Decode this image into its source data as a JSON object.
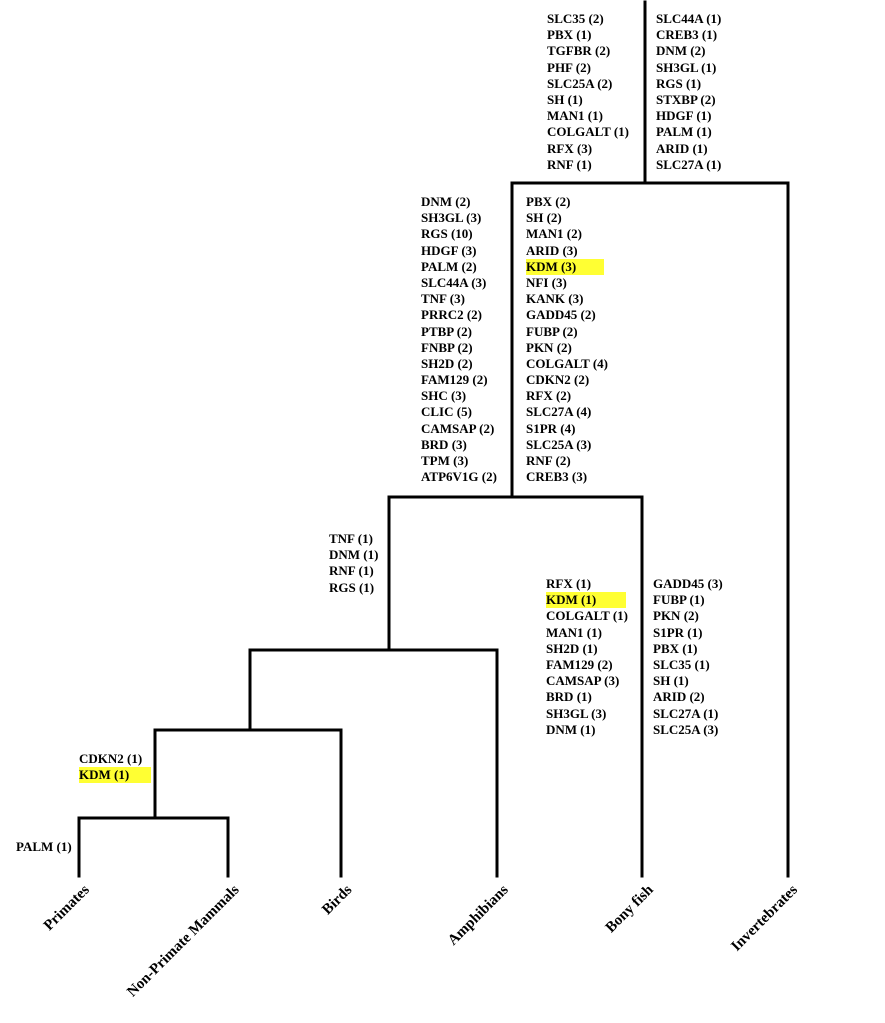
{
  "taxa": [
    "Primates",
    "Non-Primate Mammals",
    "Birds",
    "Amphibians",
    "Bony fish",
    "Invertebrates"
  ],
  "highlight_color": "#ffff33",
  "gene_lists": {
    "root_left": [
      "SLC35 (2)",
      "PBX (1)",
      "TGFBR (2)",
      "PHF (2)",
      "SLC25A (2)",
      "SH (1)",
      "MAN1 (1)",
      "COLGALT (1)",
      "RFX (3)",
      "RNF (1)"
    ],
    "root_right": [
      "SLC44A (1)",
      "CREB3 (1)",
      "DNM (2)",
      "SH3GL (1)",
      "RGS (1)",
      "STXBP (2)",
      "HDGF (1)",
      "PALM (1)",
      "ARID (1)",
      "SLC27A (1)"
    ],
    "vertebrate_left": [
      "DNM (2)",
      "SH3GL (3)",
      "RGS (10)",
      "HDGF (3)",
      "PALM (2)",
      "SLC44A (3)",
      "TNF (3)",
      "PRRC2 (2)",
      "PTBP (2)",
      "FNBP (2)",
      "SH2D (2)",
      "FAM129 (2)",
      "SHC (3)",
      "CLIC (5)",
      "CAMSAP (2)",
      "BRD (3)",
      "TPM (3)",
      "ATP6V1G (2)"
    ],
    "vertebrate_right": [
      "PBX (2)",
      "SH (2)",
      "MAN1 (2)",
      "ARID (3)",
      "KDM (3)",
      "NFI (3)",
      "KANK (3)",
      "GADD45 (2)",
      "FUBP (2)",
      "PKN (2)",
      "COLGALT (4)",
      "CDKN2 (2)",
      "RFX (2)",
      "SLC27A (4)",
      "S1PR (4)",
      "SLC25A (3)",
      "RNF (2)",
      "CREB3 (3)"
    ],
    "tetrapod": [
      "TNF (1)",
      "DNM (1)",
      "RNF (1)",
      "RGS (1)"
    ],
    "bony_fish_left": [
      "RFX (1)",
      "KDM (1)",
      "COLGALT (1)",
      "MAN1 (1)",
      "SH2D (1)",
      "FAM129 (2)",
      "CAMSAP (3)",
      "BRD (1)",
      "SH3GL (3)",
      "DNM (1)"
    ],
    "bony_fish_right": [
      "GADD45 (3)",
      "FUBP (1)",
      "PKN (2)",
      "S1PR (1)",
      "PBX (1)",
      "SLC35 (1)",
      "SH (1)",
      "ARID (2)",
      "SLC27A (1)",
      "SLC25A (3)"
    ],
    "mammal": [
      "CDKN2 (1)",
      "KDM (1)"
    ],
    "primate": [
      "PALM (1)"
    ]
  }
}
